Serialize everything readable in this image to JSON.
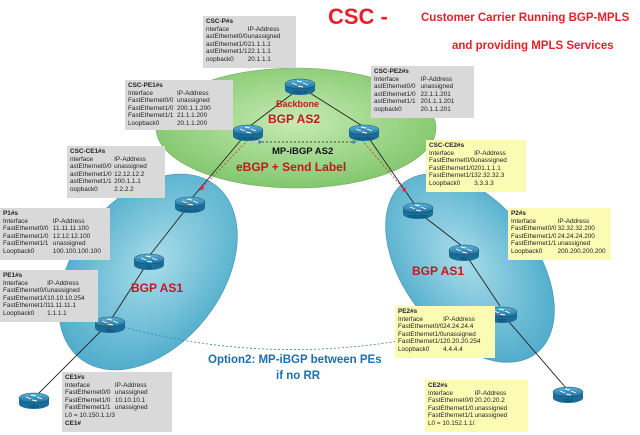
{
  "title": {
    "main": "CSC -",
    "line1": "Customer Carrier Running BGP-MPLS",
    "line2": "and providing MPLS Services",
    "color": "#e8202a"
  },
  "labels": {
    "backbone": "Backbone",
    "bgp_as2": "BGP AS2",
    "mp_ibgp_as2": "MP-iBGP AS2",
    "ebgp_send_label": "eBGP + Send Label",
    "bgp_as1_left": "BGP AS1",
    "bgp_as1_right": "BGP AS1",
    "option2_line1": "Option2: MP-iBGP between PEs",
    "option2_line2": "if no RR"
  },
  "colors": {
    "backbone_fill": "#9cd484",
    "as1_fill": "#6cbfd6",
    "router": "#2d8ab8",
    "label_red": "#e8202a",
    "label_blue": "#1f6fae"
  },
  "tables": {
    "csc_p": {
      "title": "CSC-P#s",
      "rows": [
        [
          "nterface",
          "IP-Address"
        ],
        [
          "astEthernet0/0",
          "unassigned"
        ],
        [
          "astEthernet1/0",
          "21.1.1.1"
        ],
        [
          "astEthernet1/1",
          "22.1.1.1"
        ],
        [
          "oopback0",
          "20.1.1.1"
        ]
      ]
    },
    "csc_pe1": {
      "title": "CSC-PE1#s",
      "rows": [
        [
          "Interface",
          "IP-Address"
        ],
        [
          "FastEthernet0/0",
          "unassigned"
        ],
        [
          "FastEthernet1/0",
          "200.1.1.200"
        ],
        [
          "FastEthernet1/1",
          "21.1.1.200"
        ],
        [
          "Loopback0",
          "20.1.1.200"
        ]
      ]
    },
    "csc_pe2": {
      "title": "CSC-PE2#s",
      "rows": [
        [
          "Interface",
          "IP-Address"
        ],
        [
          "astEthernet0/0",
          "unassigned"
        ],
        [
          "astEthernet1/0",
          "22.1.1.201"
        ],
        [
          "astEthernet1/1",
          "201.1.1.201"
        ],
        [
          "oopback0",
          "20.1.1.201"
        ]
      ]
    },
    "csc_ce1": {
      "title": "CSC-CE1#s",
      "rows": [
        [
          "nterface",
          "IP-Address"
        ],
        [
          "astEthernet0/0",
          "unassigned"
        ],
        [
          "astEthernet1/0",
          "12.12.12.2"
        ],
        [
          "astEthernet1/1",
          "200.1.1.1"
        ],
        [
          "oopback0",
          "2.2.2.2"
        ]
      ]
    },
    "csc_ce2": {
      "title": "CSC-CE2#s",
      "rows": [
        [
          "Interface",
          "IP-Address"
        ],
        [
          "FastEthernet0/0",
          "unassigned"
        ],
        [
          "FastEthernet1/0",
          "201.1.1.1"
        ],
        [
          "FastEthernet1/1",
          "32.32.32.3"
        ],
        [
          "Loopback0",
          "3.3.3.3"
        ]
      ]
    },
    "p1": {
      "title": "P1#s",
      "rows": [
        [
          "Interface",
          "IP-Address"
        ],
        [
          "FastEthernet0/0",
          "11.11.11.100"
        ],
        [
          "FastEthernet1/0",
          "12.12.12.100"
        ],
        [
          "FastEthernet1/1",
          "unassigned"
        ],
        [
          "Loopback0",
          "100.100.100.100"
        ]
      ]
    },
    "p2": {
      "title": "P2#s",
      "rows": [
        [
          "Interface",
          "IP-Address"
        ],
        [
          "FastEthernet0/0",
          "32.32.32.200"
        ],
        [
          "FastEthernet1/0",
          "24.24.24.200"
        ],
        [
          "FastEthernet1/1",
          "unassigned"
        ],
        [
          "Loopback0",
          "200.200.200.200"
        ]
      ]
    },
    "pe1": {
      "title": "PE1#s",
      "rows": [
        [
          "Interface",
          "IP-Address"
        ],
        [
          "FastEthernet0/0",
          "unassigned"
        ],
        [
          "FastEthernet1/0",
          "10.10.10.254"
        ],
        [
          "FastEthernet1/1",
          "11.11.11.1"
        ],
        [
          "Loopback0",
          "1.1.1.1"
        ]
      ]
    },
    "pe2": {
      "title": "PE2#s",
      "rows": [
        [
          "Interface",
          "IP-Address"
        ],
        [
          "FastEthernet0/0",
          "24.24.24.4"
        ],
        [
          "FastEthernet1/0",
          "unassigned"
        ],
        [
          "FastEthernet1/1",
          "20.20.20.254"
        ],
        [
          "Loopback0",
          "4.4.4.4"
        ]
      ]
    },
    "ce1": {
      "title": "CE1#s",
      "rows": [
        [
          "Interface",
          "IP-Address"
        ],
        [
          "FastEthernet0/0",
          "unassigned"
        ],
        [
          "FastEthernet1/0",
          "10.10.10.1"
        ],
        [
          "FastEthernet1/1",
          "unassigned"
        ],
        [
          "L0 = 10.150.1.1/32",
          ""
        ]
      ],
      "footer": "CE1#"
    },
    "ce2": {
      "title": "CE2#s",
      "rows": [
        [
          "Interface",
          "IP-Address"
        ],
        [
          "FastEthernet0/0",
          "20.20.20.2"
        ],
        [
          "FastEthernet1/0",
          "unassigned"
        ],
        [
          "FastEthernet1/1",
          "unassigned"
        ],
        [
          "L0 = 10.152.1.1/24",
          ""
        ]
      ]
    }
  },
  "routers": [
    {
      "id": "csc-p",
      "label": "CSC-P"
    },
    {
      "id": "csc-pe1",
      "label": "CSC-PE1"
    },
    {
      "id": "csc-pe2",
      "label": "CSC-PE2"
    },
    {
      "id": "csc-ce1",
      "label": "CSC-CE1"
    },
    {
      "id": "csc-ce2",
      "label": "CSC-CE2"
    },
    {
      "id": "p1",
      "label": "P1"
    },
    {
      "id": "p2",
      "label": "P2"
    },
    {
      "id": "pe1",
      "label": "PE1"
    },
    {
      "id": "pe2",
      "label": "PE2"
    },
    {
      "id": "ce1",
      "label": "CE1"
    },
    {
      "id": "ce2",
      "label": "CE2"
    }
  ]
}
